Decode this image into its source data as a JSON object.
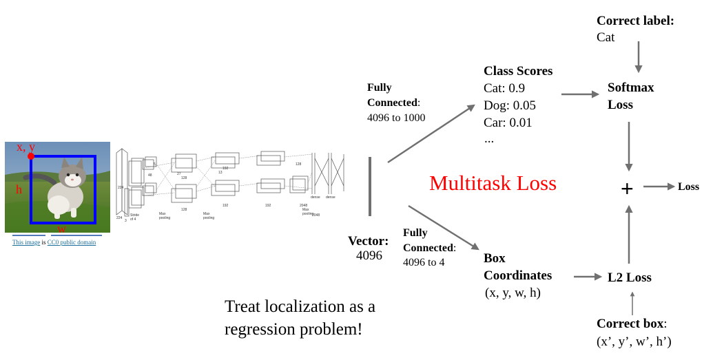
{
  "photo": {
    "label_xy": "x, y",
    "label_h": "h",
    "label_w": "w",
    "credit_link1": "This image",
    "credit_is": " is ",
    "credit_link2": "CC0 public domain",
    "box_color": "#0000ff",
    "label_color": "#ff0000"
  },
  "network": {
    "labels": {
      "stride": "Stride\nof 4",
      "maxpool1": "Max\npooling",
      "maxpool2": "Max\npooling",
      "maxpool3": "Max\npooling",
      "dense1": "dense",
      "dense2": "dense",
      "n48": "48",
      "n128a": "128",
      "n128b": "128",
      "n192a": "192",
      "n192b": "192",
      "n128c": "128",
      "n2048a": "2048",
      "n2048b": "2048",
      "n224a": "224",
      "n224b": "224",
      "n3": "3",
      "n5": "5",
      "n27": "27",
      "n13": "13"
    }
  },
  "vector": {
    "title": "Vector:",
    "value": "4096"
  },
  "fc_top": {
    "title_line1": "Fully",
    "title_line2": "Connected",
    "colon": ":",
    "desc": "4096 to 1000"
  },
  "fc_bottom": {
    "title_line1": "Fully",
    "title_line2": "Connected",
    "colon": ":",
    "desc": "4096 to 4"
  },
  "class_scores": {
    "title": "Class Scores",
    "items": [
      "Cat: 0.9",
      "Dog: 0.05",
      "Car: 0.01",
      "..."
    ]
  },
  "box_coords": {
    "title_line1": "Box",
    "title_line2": "Coordinates",
    "value": "(x, y, w, h)"
  },
  "multitask": {
    "text": "Multitask Loss",
    "color": "#ff0000"
  },
  "correct_label": {
    "title": "Correct label:",
    "value": "Cat"
  },
  "softmax": {
    "line1": "Softmax",
    "line2": "Loss"
  },
  "plus": "+",
  "loss": "Loss",
  "l2": "L2 Loss",
  "correct_box": {
    "title": "Correct box",
    "colon": ":",
    "value": "(x’, y’, w’, h’)"
  },
  "regression": {
    "line1": "Treat localization as a",
    "line2": "regression problem!"
  },
  "colors": {
    "arrow": "#707070"
  }
}
